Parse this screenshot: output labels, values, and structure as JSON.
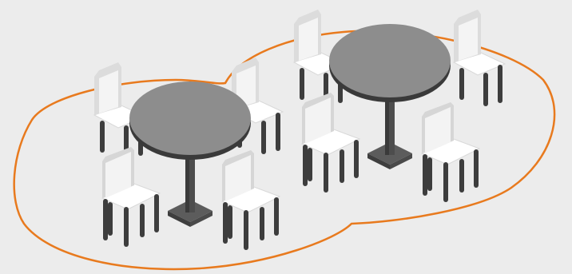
{
  "colors": {
    "background": "#ececec",
    "zone_outline": "#e87a1e",
    "tabletop": "#8d8d8d",
    "tabletop_edge": "#3a3a3a",
    "table_pedestal": "#555555",
    "chair_back_face": "#f4f4f4",
    "chair_back_side": "#d8d8d8",
    "chair_seat": "#ffffff",
    "chair_leg": "#3d3d3d"
  },
  "icons": {
    "zone": "seating-zone-outline",
    "tables": "round-table-icon",
    "chairs": "chair-icon"
  },
  "scene": {
    "table_groups": 2,
    "chairs_per_table": 4
  }
}
